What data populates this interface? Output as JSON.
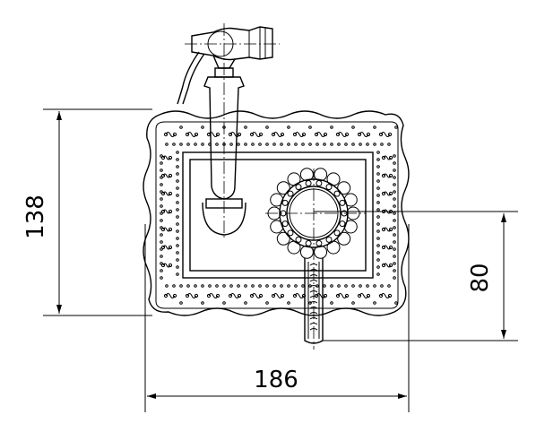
{
  "dimensions": {
    "height_total": "138",
    "width_total": "186",
    "height_lever": "80"
  },
  "colors": {
    "line": "#000000",
    "background": "#ffffff"
  },
  "icons": {
    "hand_shower": "hand-shower-icon",
    "mixer_lever": "mixer-lever-icon",
    "ornament": "ornament-pattern"
  }
}
